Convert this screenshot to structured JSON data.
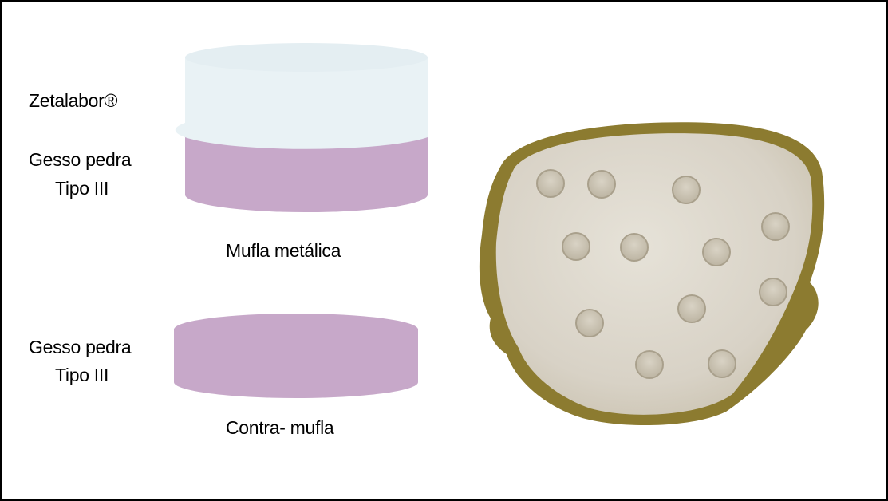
{
  "labels": {
    "zetalabor": "Zetalabor®",
    "gesso_top_line1": "Gesso pedra",
    "gesso_top_line2": "Tipo III",
    "mufla_metalica": "Mufla metálica",
    "gesso_bottom_line1": "Gesso pedra",
    "gesso_bottom_line2": "Tipo III",
    "contra_mufla": "Contra- mufla"
  },
  "colors": {
    "zetalabor_layer": "#e9f2f5",
    "gesso_layer": "#c7a8c9",
    "specimen_surface": "#dcd7cc",
    "specimen_rim": "#8a7a2c",
    "hole": "#cfc8b8"
  },
  "specimen": {
    "hole_count": 12
  }
}
